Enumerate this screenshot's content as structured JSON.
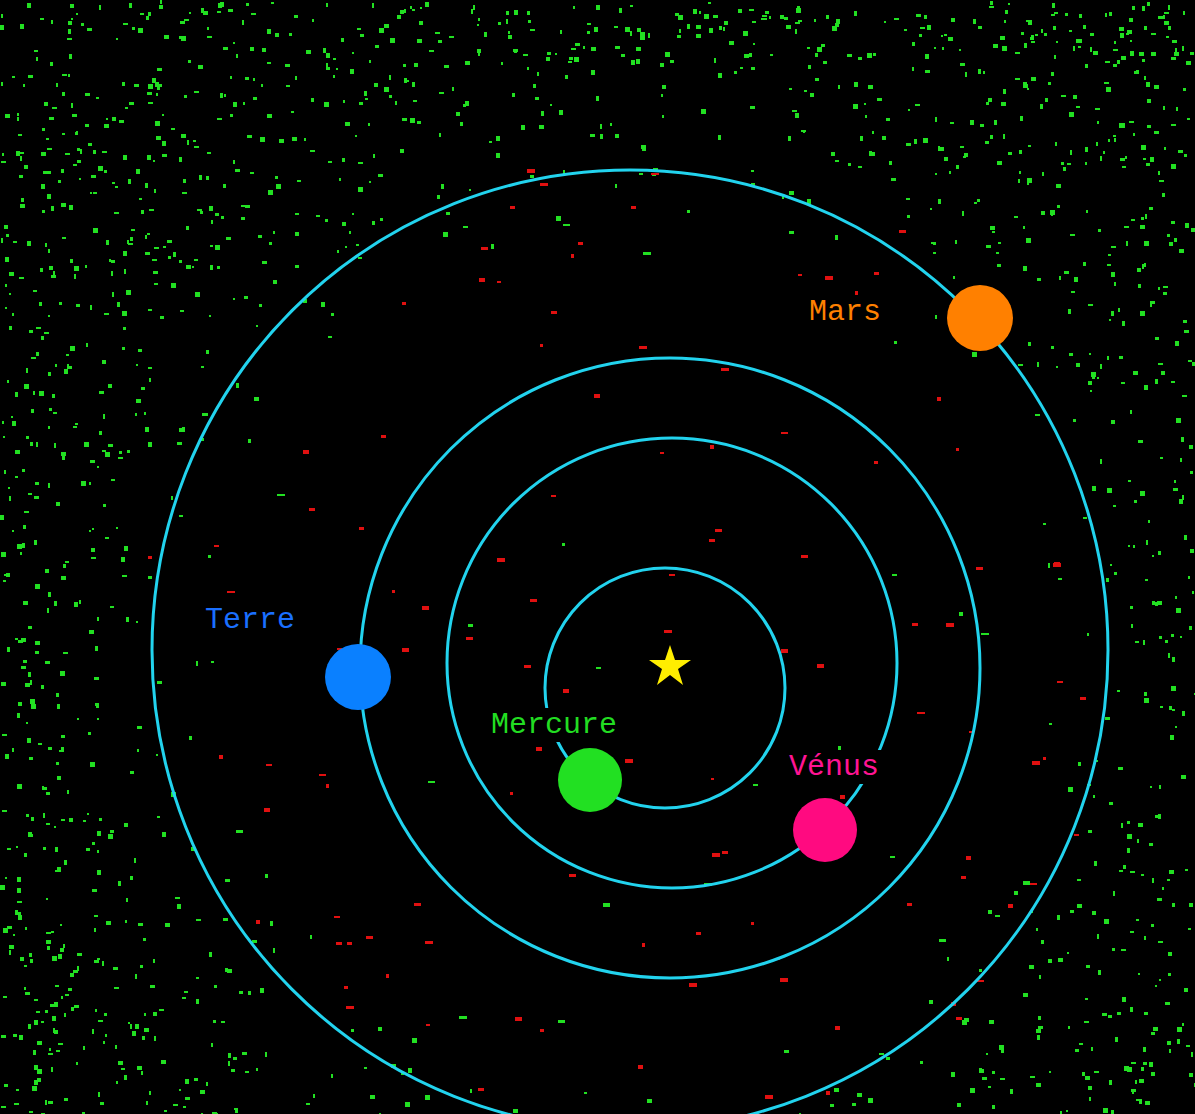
{
  "diagram": {
    "nodes": [
      {
        "text": [
          "Mars"
        ]
      },
      {
        "text": [
          "Terre"
        ]
      },
      {
        "text": [
          "Mercure"
        ]
      },
      {
        "text": [
          "Vénus"
        ]
      }
    ]
  }
}
